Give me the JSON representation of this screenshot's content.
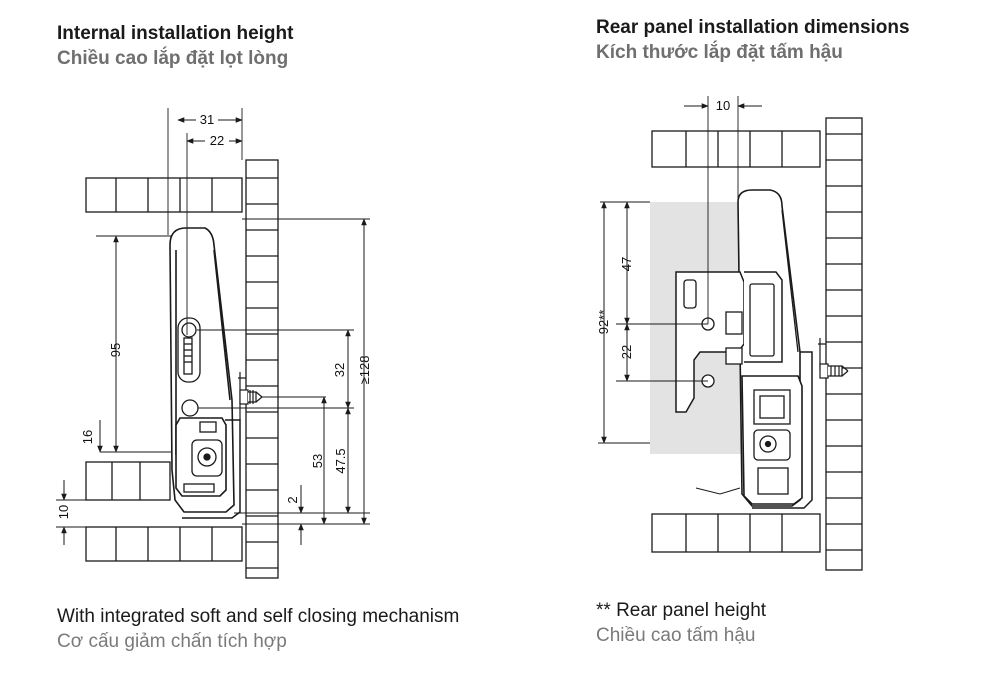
{
  "left_panel": {
    "title_en": "Internal installation height",
    "title_vi": "Chiều cao lắp đặt lọt lòng",
    "caption_en": "With integrated soft and self closing mechanism",
    "caption_vi": "Cơ cấu giảm chấn tích hợp",
    "dimensions": {
      "d31": "31",
      "d22": "22",
      "d95": "95",
      "d16": "16",
      "d10": "10",
      "d32": "32",
      "d53": "53",
      "d47_5": "47.5",
      "d128": "≥128",
      "d2": "2"
    }
  },
  "right_panel": {
    "title_en": "Rear panel installation dimensions",
    "title_vi": "Kích thước lắp đặt tấm hậu",
    "caption_en": "** Rear panel height",
    "caption_vi": "Chiều cao tấm hậu",
    "dimensions": {
      "d10": "10",
      "d47": "47",
      "d22": "22",
      "d92": "92**"
    }
  },
  "colors": {
    "line": "#1a1a1a",
    "panel_fill": "#e3e3e3",
    "part_fill": "#ffffff"
  }
}
